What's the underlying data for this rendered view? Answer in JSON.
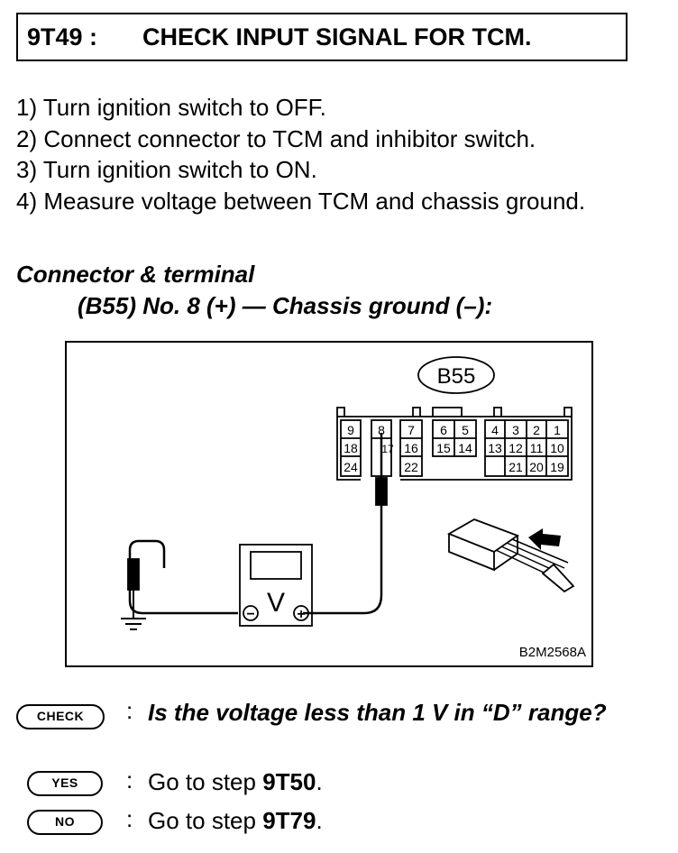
{
  "title": {
    "code": "9T49 :",
    "text": "CHECK INPUT SIGNAL FOR TCM."
  },
  "steps": [
    "1)  Turn ignition switch to OFF.",
    "2)  Connect connector to TCM and inhibitor switch.",
    "3)  Turn ignition switch to ON.",
    "4)  Measure voltage between TCM and chassis ground."
  ],
  "connector_terminal": {
    "heading": "Connector & terminal",
    "spec": "(B55) No. 8 (+) — Chassis ground (–):"
  },
  "figure": {
    "connector_label": "B55",
    "terminals_row1": [
      "9",
      "8",
      "7",
      "6",
      "5",
      "4",
      "3",
      "2",
      "1"
    ],
    "terminals_row2": [
      "18",
      "17",
      "16",
      "15",
      "14",
      "13",
      "12",
      "11",
      "10"
    ],
    "terminals_row3": [
      "24",
      "22",
      "21",
      "20",
      "19"
    ],
    "meter_symbol": "V",
    "meter_minus": "−",
    "meter_plus": "+",
    "figure_code": "B2M2568A"
  },
  "check": {
    "badge": "CHECK",
    "colon": ":",
    "question": "Is the voltage less than 1 V in “D” range?"
  },
  "yes": {
    "badge": "YES",
    "colon": ":",
    "text_prefix": "Go to step ",
    "step": "9T50",
    "text_suffix": "."
  },
  "no": {
    "badge": "NO",
    "colon": ":",
    "text_prefix": "Go to step ",
    "step": "9T79",
    "text_suffix": "."
  }
}
